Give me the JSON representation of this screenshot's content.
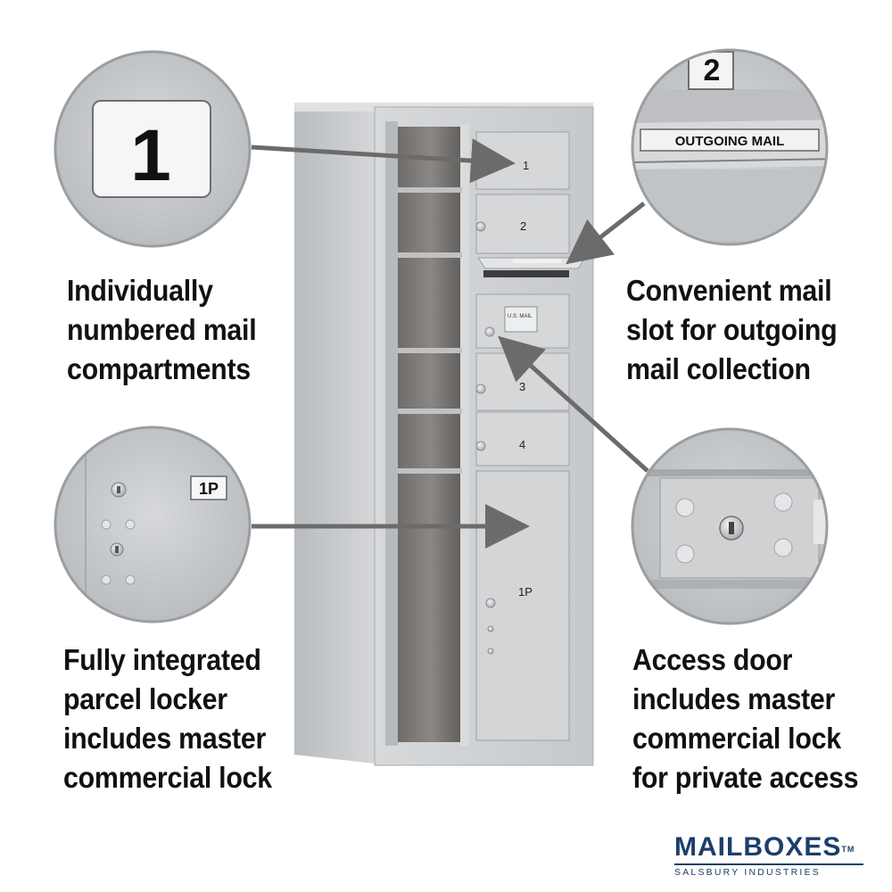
{
  "callouts": {
    "numbered": [
      "Individually",
      "numbered mail",
      "compartments"
    ],
    "outgoing": [
      "Convenient mail",
      "slot for outgoing",
      "mail collection"
    ],
    "parcel": [
      "Fully integrated",
      "parcel locker",
      "includes master",
      "commercial lock"
    ],
    "access": [
      "Access door",
      "includes master",
      "commercial lock",
      "for private access"
    ]
  },
  "zoom_labels": {
    "door_number": "1",
    "outgoing_number": "2",
    "outgoing_plate": "OUTGOING MAIL",
    "parcel_label": "1P"
  },
  "mailbox_labels": {
    "door1": "1",
    "door2": "2",
    "door3": "3",
    "door4": "4",
    "parcel": "1P",
    "access_plate": "U.S. MAIL"
  },
  "logo": {
    "name": "MAILBOXES",
    "trademark": "TM",
    "subtitle": "SALSBURY INDUSTRIES"
  },
  "colors": {
    "aluminum": "#c8cbce",
    "logo_blue": "#1d3e6b"
  }
}
